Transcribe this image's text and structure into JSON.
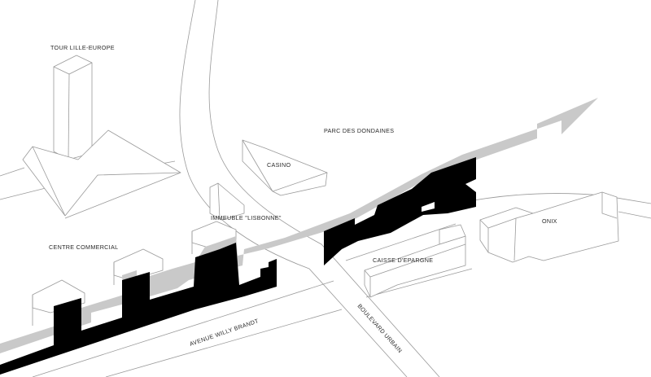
{
  "labels": {
    "tower": "TOUR LILLE-EUROPE",
    "park": "PARC DES DONDAINES",
    "casino": "CASINO",
    "lisbonne": "IMMEUBLE \"LISBONNE\"",
    "commercial": "CENTRE COMMERCIAL",
    "onix": "ONIX",
    "caisse": "CAISSE D'EPARGNE",
    "avenue": "AVENUE WILLY BRANDT",
    "boulevard": "BOULEVARD URBAIN"
  },
  "colors": {
    "outline": "#9a9a9a",
    "building_mass": "#000000",
    "route_arrow": "#c9c9c9"
  }
}
